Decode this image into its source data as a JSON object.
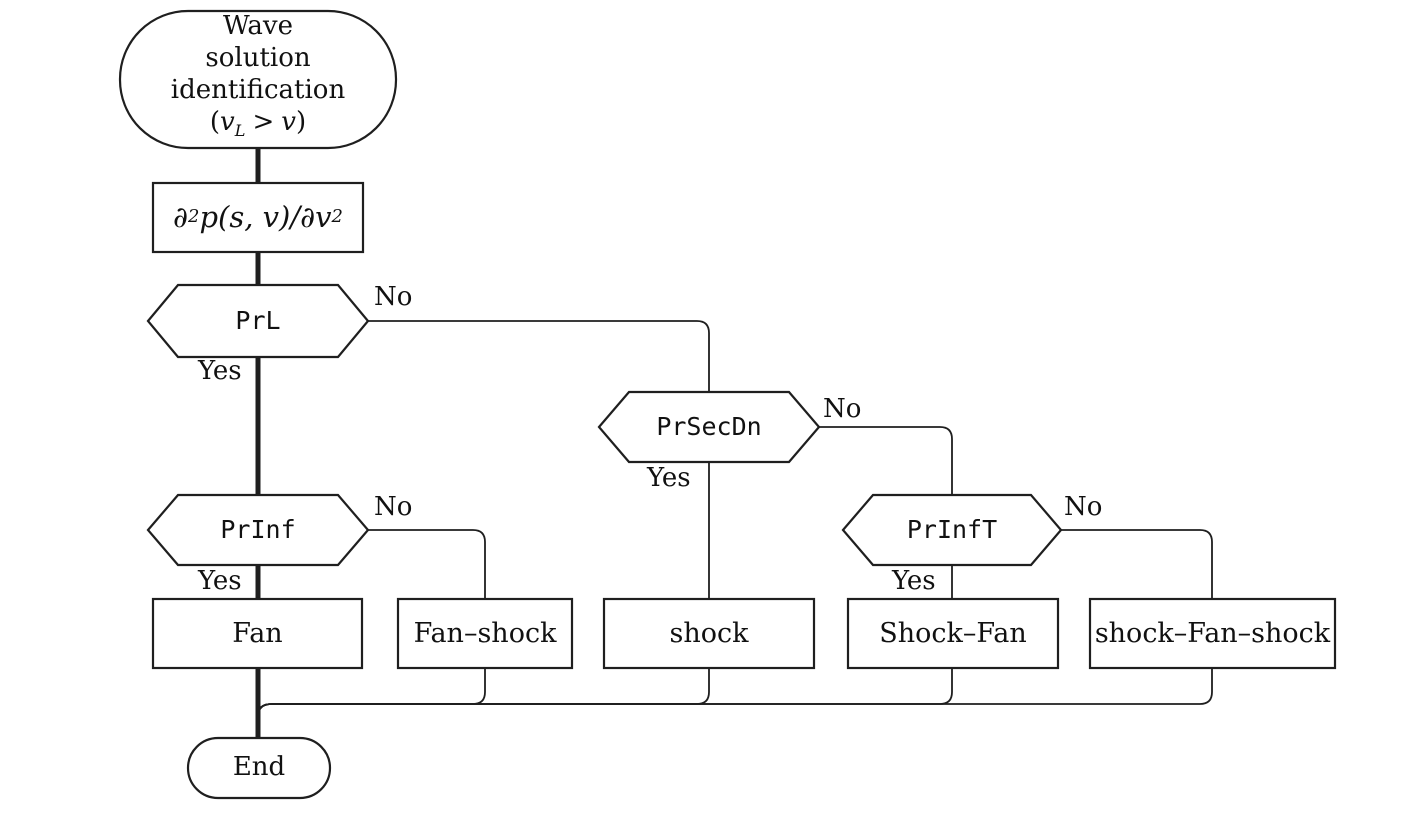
{
  "flowchart": {
    "colors": {
      "line": "#1f1f1f",
      "node_fill": "#ffffff",
      "background": "#ffffff",
      "text": "#111111"
    },
    "start": {
      "line1": "Wave",
      "line2": "solution",
      "line3": "identification",
      "math": {
        "open": "(",
        "v1": "v",
        "sub": "L",
        "rel": ">",
        "v2": "v",
        "close": ")"
      }
    },
    "process": {
      "d1": "∂",
      "sup1": "2",
      "mid": "p(s, v)/∂v",
      "sup2": "2"
    },
    "decisions": {
      "prl": {
        "label": "PrL",
        "yes": "Yes",
        "no": "No"
      },
      "prsecdn": {
        "label": "PrSecDn",
        "yes": "Yes",
        "no": "No"
      },
      "prinf": {
        "label": "PrInf",
        "yes": "Yes",
        "no": "No"
      },
      "prinft": {
        "label": "PrInfT",
        "yes": "Yes",
        "no": "No"
      }
    },
    "outcomes": {
      "fan": "Fan",
      "fan_shock": "Fan–shock",
      "shock": "shock",
      "shock_fan": "Shock–Fan",
      "shock_fan_shock": "shock–Fan–shock"
    },
    "end_node": {
      "label": "End"
    },
    "edges": [
      {
        "from": "start",
        "to": "process",
        "style": "bold"
      },
      {
        "from": "process",
        "to": "prl",
        "style": "bold"
      },
      {
        "from": "prl",
        "to": "prinf",
        "branch": "Yes",
        "style": "bold"
      },
      {
        "from": "prl",
        "to": "prsecdn",
        "branch": "No",
        "style": "thin"
      },
      {
        "from": "prsecdn",
        "to": "shock",
        "branch": "Yes",
        "style": "thin"
      },
      {
        "from": "prsecdn",
        "to": "prinft",
        "branch": "No",
        "style": "thin"
      },
      {
        "from": "prinf",
        "to": "fan",
        "branch": "Yes",
        "style": "bold"
      },
      {
        "from": "prinf",
        "to": "fan_shock",
        "branch": "No",
        "style": "thin"
      },
      {
        "from": "prinft",
        "to": "shock_fan",
        "branch": "Yes",
        "style": "thin"
      },
      {
        "from": "prinft",
        "to": "shock_fan_shock",
        "branch": "No",
        "style": "thin"
      },
      {
        "from": "fan",
        "to": "end",
        "style": "bold"
      },
      {
        "from": "fan_shock",
        "to": "end",
        "style": "thin"
      },
      {
        "from": "shock",
        "to": "end",
        "style": "thin"
      },
      {
        "from": "shock_fan",
        "to": "end",
        "style": "thin"
      },
      {
        "from": "shock_fan_shock",
        "to": "end",
        "style": "thin"
      }
    ]
  }
}
